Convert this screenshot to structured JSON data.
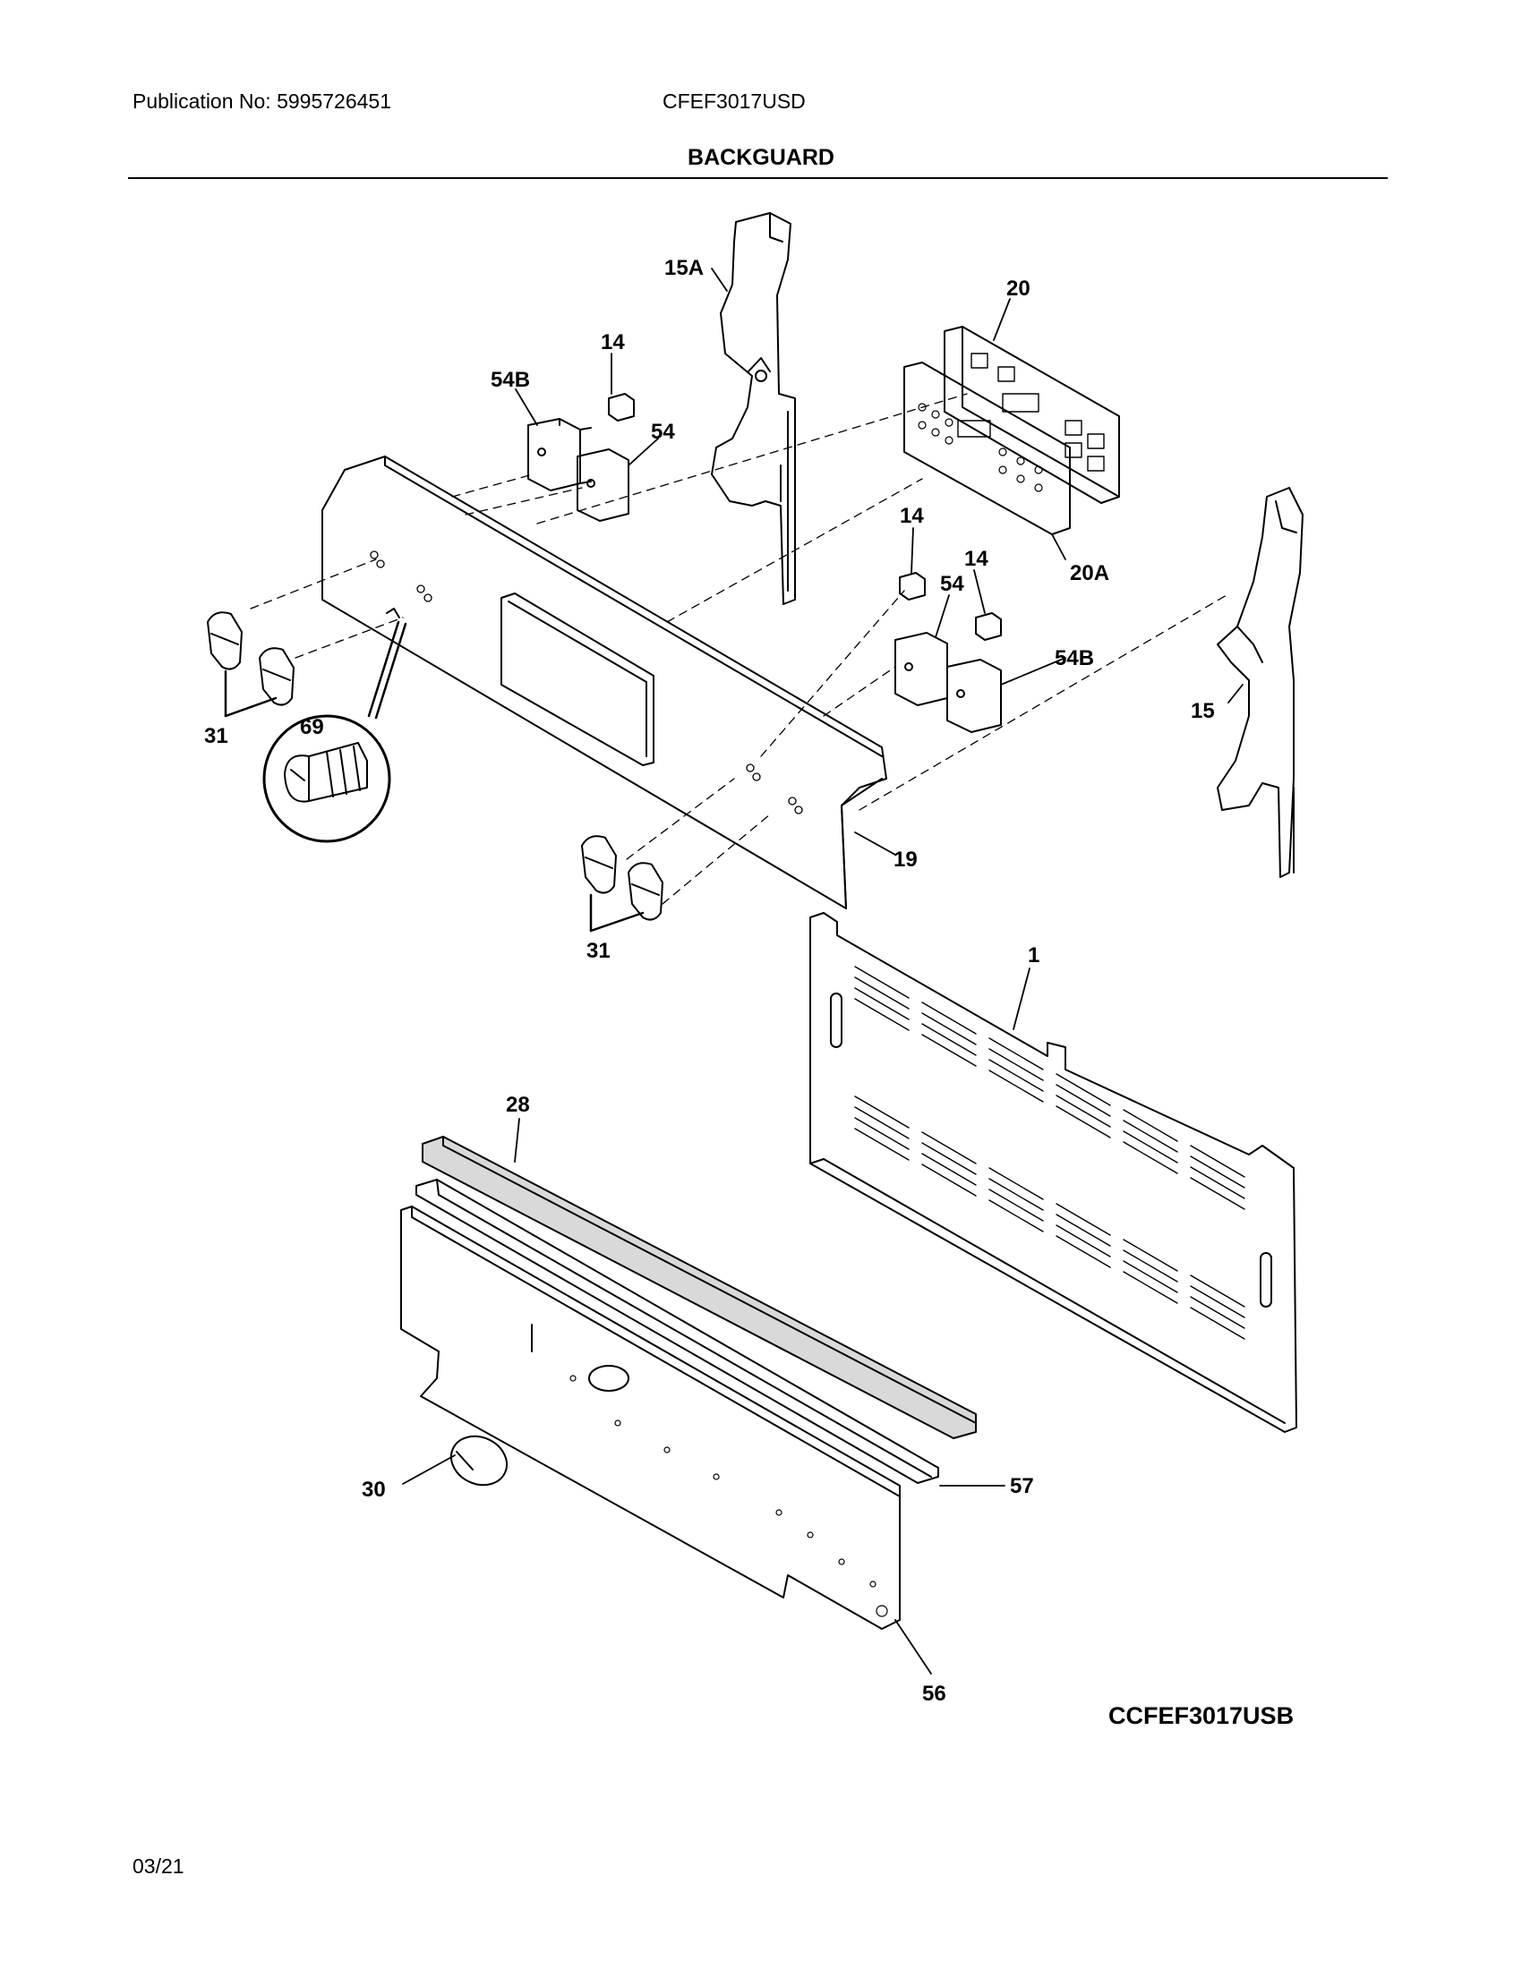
{
  "header": {
    "publication": "Publication No: 5995726451",
    "model": "CFEF3017USD"
  },
  "section_title": "BACKGUARD",
  "callouts": {
    "c15A": "15A",
    "c20": "20",
    "c14a": "14",
    "c54Ba": "54B",
    "c54a": "54",
    "c14b": "14",
    "c14c": "14",
    "c54b": "54",
    "c20A": "20A",
    "c54Bb": "54B",
    "c15": "15",
    "c31a": "31",
    "c69": "69",
    "c19": "19",
    "c31b": "31",
    "c1": "1",
    "c28": "28",
    "c30": "30",
    "c57": "57",
    "c56": "56"
  },
  "diagram_id": "CCFEF3017USB",
  "footer_date": "03/21"
}
